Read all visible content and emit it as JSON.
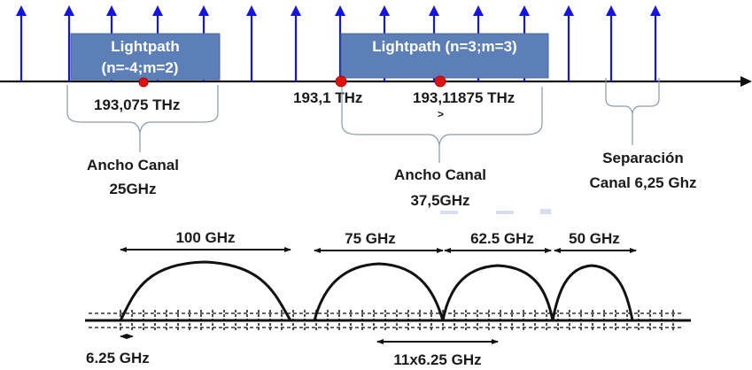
{
  "colors": {
    "arrow_blue": "#1515e0",
    "lightpath_box_fill": "#5b7fb6",
    "lightpath_box_text": "#ffffff",
    "marker_red": "#e01010",
    "text_dark": "#1a1a1a"
  },
  "lightpath_left": {
    "line1": "Lightpath",
    "line2": "(n=-4;m=2)"
  },
  "lightpath_right": {
    "line1": "Lightpath  (n=3;m=3)"
  },
  "frequency_labels": {
    "f1": "193,075 THz",
    "f2": "193,1 THz",
    "f3": "193,11875 THz",
    "f3_mark": ">"
  },
  "annotations": {
    "width_left": {
      "line1": "Ancho Canal",
      "line2": "25GHz"
    },
    "width_right": {
      "line1": "Ancho Canal",
      "line2": "37,5GHz"
    },
    "separation": {
      "line1": "Separación",
      "line2": "Canal 6,25 Ghz"
    }
  },
  "bottom_diagram": {
    "channels": [
      {
        "label": "100 GHz"
      },
      {
        "label": "75 GHz"
      },
      {
        "label": "62.5 GHz"
      },
      {
        "label": "50 GHz"
      }
    ],
    "slot_label": "6.25 GHz",
    "span_label": "11x6.25 GHz"
  }
}
